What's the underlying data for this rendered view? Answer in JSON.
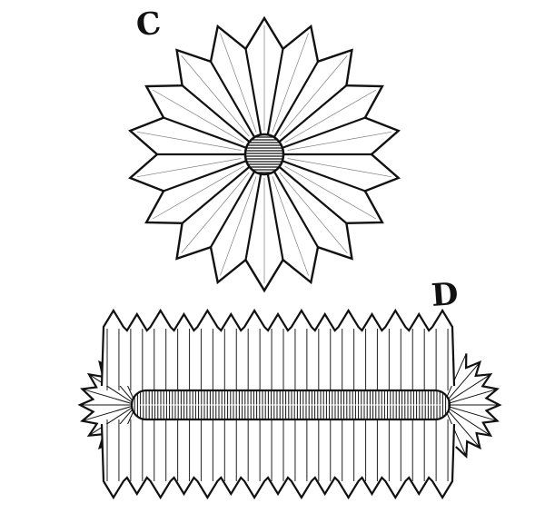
{
  "figures": [
    {
      "id": "C",
      "label": "C",
      "description_shape": "radial-star",
      "points": 18
    },
    {
      "id": "D",
      "label": "D",
      "description_shape": "elongated-fringed-body"
    }
  ],
  "colors": {
    "ink": "#111111",
    "paper": "#ffffff"
  }
}
